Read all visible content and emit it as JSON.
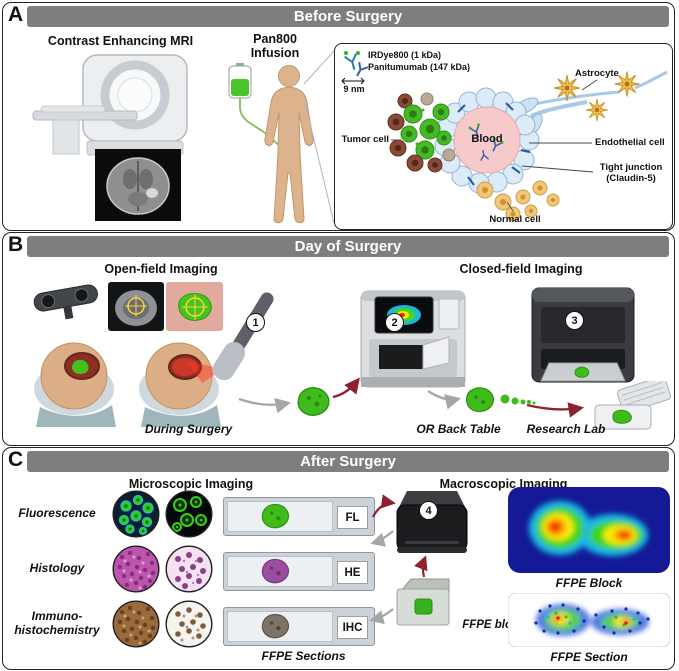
{
  "panelA": {
    "letter": "A",
    "header": "Before Surgery",
    "mri_label": "Contrast Enhancing MRI",
    "infusion_label": "Pan800\nInfusion",
    "inset": {
      "legend_irdye": "IRDye800 (1 kDa)",
      "legend_panitumumab": "Panitumumab (147 kDa)",
      "scale_label": "9 nm",
      "astrocyte_label": "Astrocyte",
      "blood_label": "Blood",
      "tumor_cell_label": "Tumor cell",
      "endothelial_cell_label": "Endothelial cell",
      "tight_junction_label": "Tight junction\n(Claudin-5)",
      "normal_cell_label": "Normal cell"
    }
  },
  "panelB": {
    "letter": "B",
    "header": "Day of Surgery",
    "open_field_label": "Open-field Imaging",
    "closed_field_label": "Closed-field Imaging",
    "during_surgery_label": "During Surgery",
    "or_back_table_label": "OR Back Table",
    "research_lab_label": "Research Lab",
    "step1": "1",
    "step2": "2",
    "step3": "3"
  },
  "panelC": {
    "letter": "C",
    "header": "After Surgery",
    "microscopic_label": "Microscopic Imaging",
    "macroscopic_label": "Macroscopic Imaging",
    "rows": [
      {
        "label": "Fluorescence",
        "tag": "FL"
      },
      {
        "label": "Histology",
        "tag": "HE"
      },
      {
        "label": "Immuno-\nhistochemistry",
        "tag": "IHC"
      }
    ],
    "ffpe_sections_label": "FFPE Sections",
    "step4": "4",
    "ffpe_block_small_label": "FFPE block",
    "ffpe_block_label": "FFPE Block",
    "ffpe_section_label": "FFPE Section"
  },
  "colors": {
    "header_bg": "#7e7e7e",
    "arrow_red": "#8e2130",
    "arrow_gray": "#a6a6a6",
    "specimen_green": "#3fbc1c"
  }
}
